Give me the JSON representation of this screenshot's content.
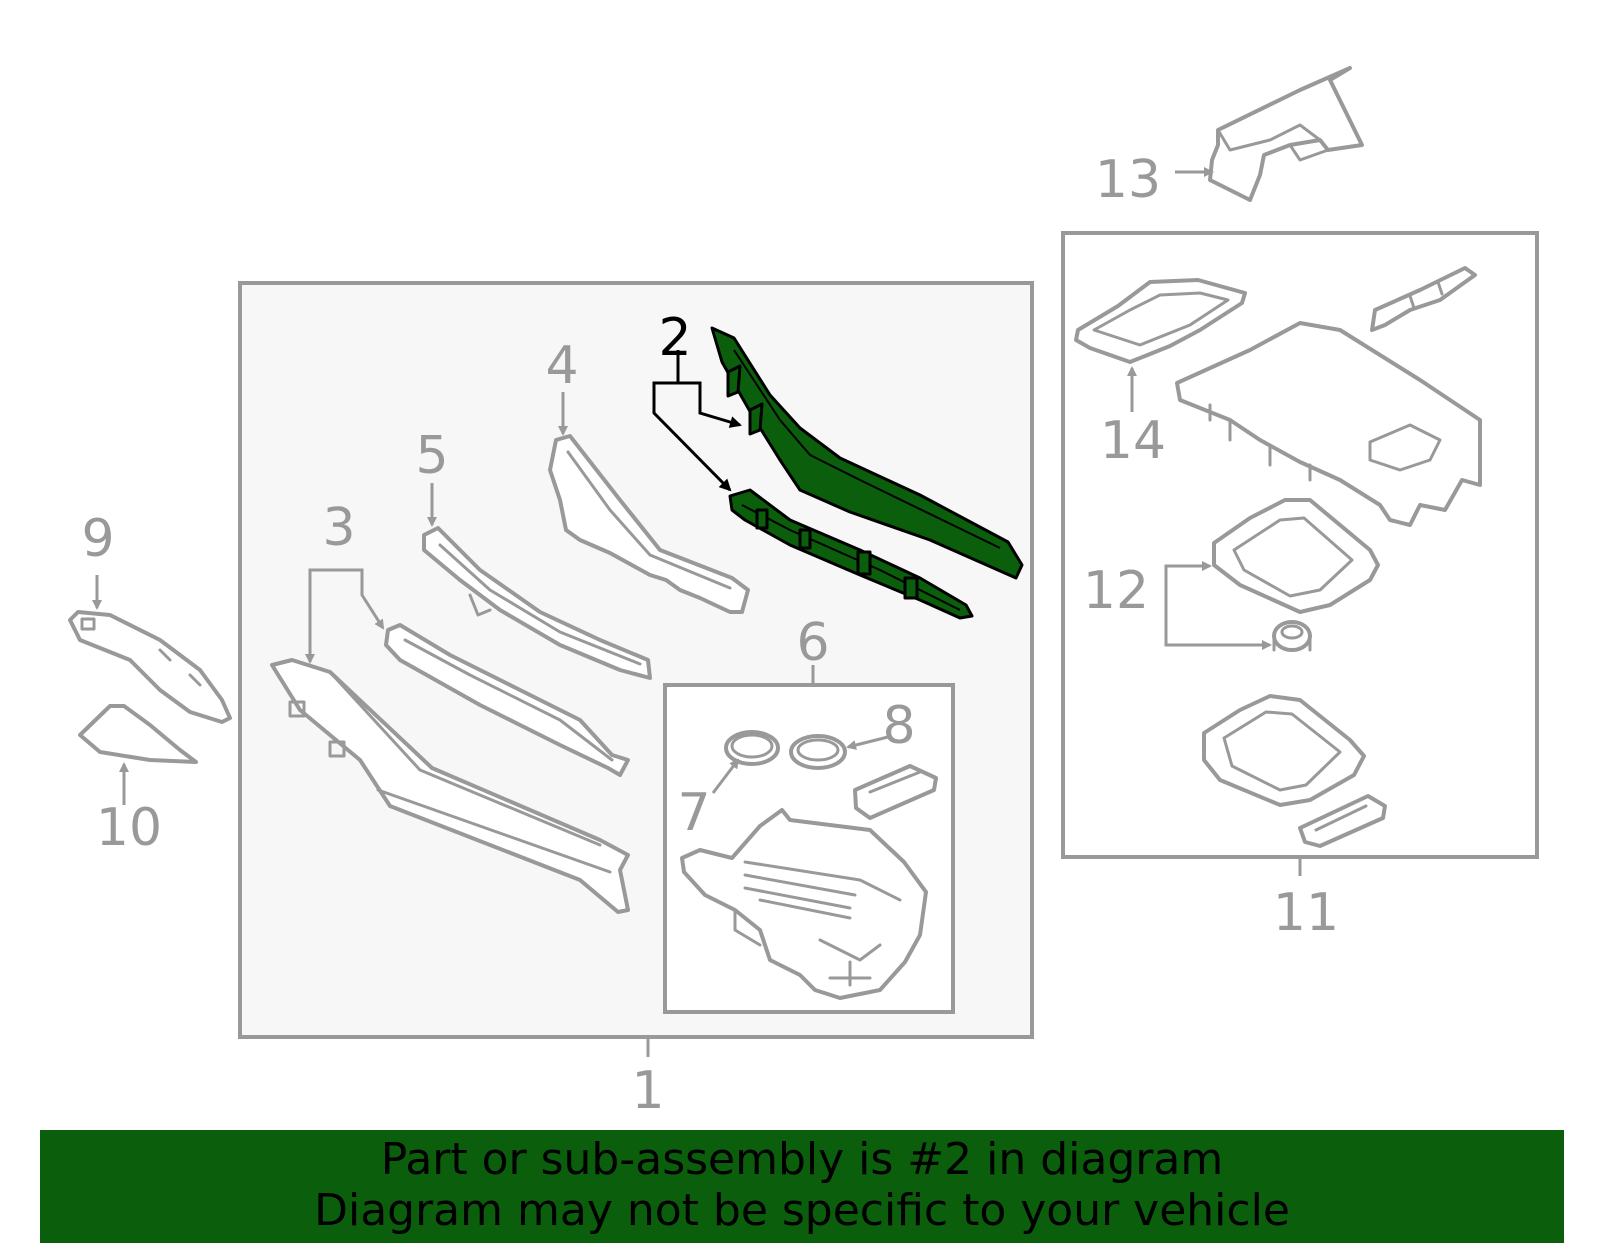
{
  "callouts": {
    "c1": "1",
    "c2": "2",
    "c3": "3",
    "c4": "4",
    "c5": "5",
    "c6": "6",
    "c7": "7",
    "c8": "8",
    "c9": "9",
    "c10": "10",
    "c11": "11",
    "c12": "12",
    "c13": "13",
    "c14": "14"
  },
  "highlighted_part": "2",
  "colors": {
    "highlight": "#0b5e0b",
    "line": "#999999",
    "box_fill": "#f7f7f7"
  },
  "banner": {
    "line1": "Part or sub-assembly is #2 in diagram",
    "line2": "Diagram may not be specific to your vehicle"
  }
}
